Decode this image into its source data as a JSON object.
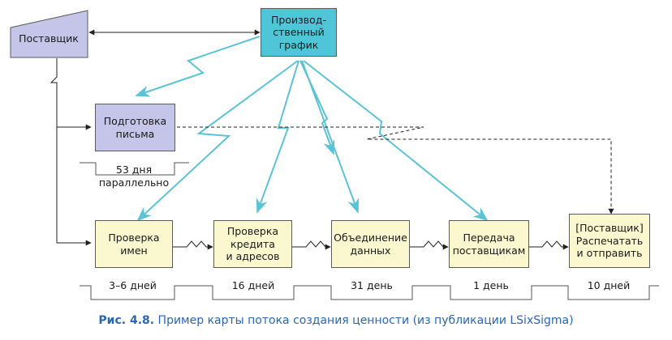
{
  "nodes": {
    "supplier": "Поставщик",
    "schedule": "Производ-\nственный\nграфик",
    "prep": "Подготовка\nписьма",
    "steps": [
      "Проверка\nимен",
      "Проверка\nкредита\nи адресов",
      "Объединение\nданных",
      "Передача\nпоставщикам",
      "[Поставщик]\nРаспечатать\nи отправить"
    ]
  },
  "timeline": {
    "prep_time": "53 дня\nпараллельно",
    "step_times": [
      "3–6 дней",
      "16 дней",
      "31 день",
      "1 день",
      "10 дней"
    ]
  },
  "caption": {
    "number": "Рис. 4.8.",
    "text": "Пример карты потока создания ценности (из публикации LSixSigma)"
  },
  "colors": {
    "process_fill": "#fbf7cf",
    "prep_fill": "#c4c5e8",
    "supplier_fill": "#c4c5e8",
    "schedule_fill": "#4fc6d8",
    "electronic_flow": "#5bc3d6",
    "caption_accent": "#2a66b6"
  }
}
